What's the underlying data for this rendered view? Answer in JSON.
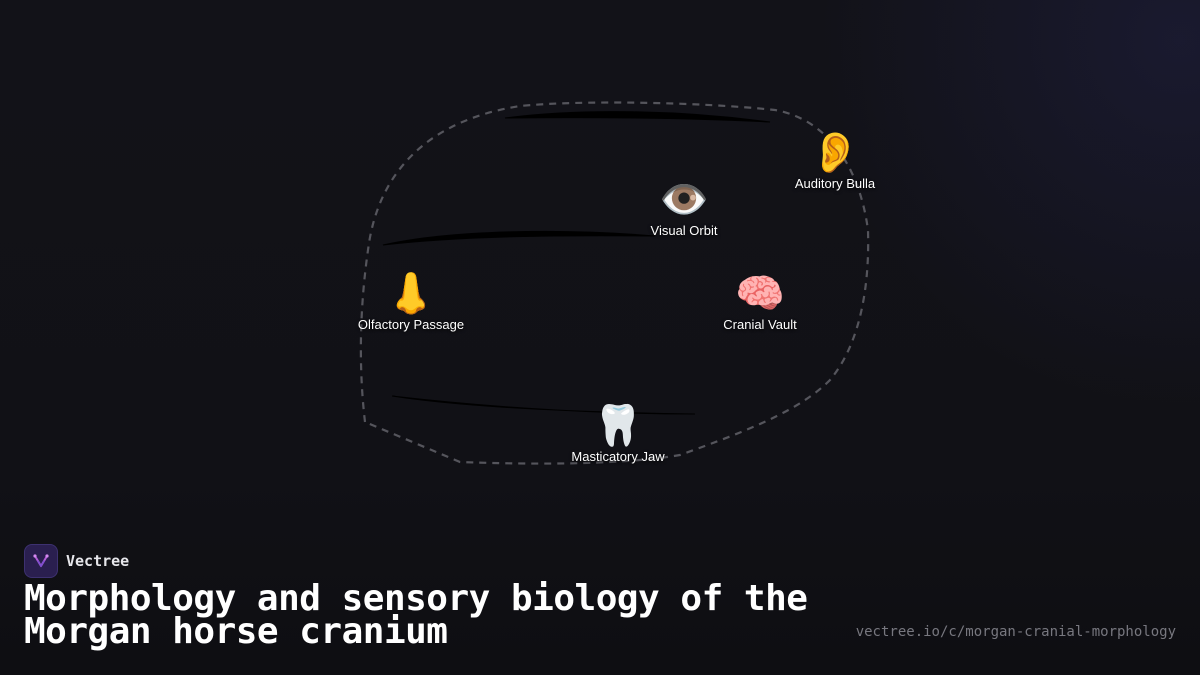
{
  "brand": {
    "name": "Vectree",
    "logo_icon": "vectree-logo-icon",
    "accent": "#b45cd9"
  },
  "title": "Morphology and sensory biology of the Morgan horse cranium",
  "url": "vectree.io/c/morgan-cranial-morphology",
  "diagram": {
    "outline_color": "#55555c",
    "nodes": [
      {
        "id": "auditory",
        "emoji": "👂",
        "icon": "ear-icon",
        "label": "Auditory Bulla"
      },
      {
        "id": "visual",
        "emoji": "👁️",
        "icon": "eye-icon",
        "label": "Visual Orbit"
      },
      {
        "id": "olfactory",
        "emoji": "👃",
        "icon": "nose-icon",
        "label": "Olfactory Passage"
      },
      {
        "id": "cranial",
        "emoji": "🧠",
        "icon": "brain-icon",
        "label": "Cranial Vault"
      },
      {
        "id": "masticatory",
        "emoji": "🦷",
        "icon": "tooth-icon",
        "label": "Masticatory Jaw"
      }
    ]
  }
}
